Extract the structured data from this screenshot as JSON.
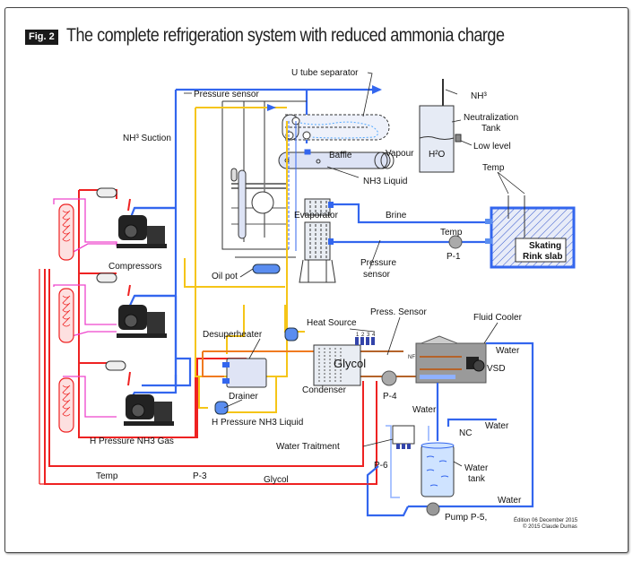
{
  "figure": {
    "badge": "Fig. 2",
    "title": "The complete refrigeration system with reduced ammonia charge"
  },
  "labels": {
    "u_tube_separator": "U tube separator",
    "pressure_sensor_top": "Pressure sensor",
    "nh3_vent": "NH³",
    "neutralization_tank_1": "Neutralization",
    "neutralization_tank_2": "Tank",
    "low_level": "Low level",
    "h2o": "H²O",
    "nh3_suction": "NH³ Suction",
    "baffle": "Baffle",
    "vapour": "Vapour",
    "nh3_liquid": "NH3 Liquid",
    "temp_rink": "Temp",
    "evaporator": "Evaporator",
    "brine": "Brine",
    "temp_p1": "Temp",
    "skating_rink_1": "Skating",
    "skating_rink_2": "Rink slab",
    "p1": "P-1",
    "compressors": "Compressors",
    "oil_pot": "Oil pot",
    "pressure_sensor_evap_1": "Pressure",
    "pressure_sensor_evap_2": "sensor",
    "press_sensor": "Press. Sensor",
    "heat_source": "Heat Source",
    "heat_source_nums": [
      "1",
      "2",
      "3",
      "4"
    ],
    "fluid_cooler": "Fluid Cooler",
    "desuperheater": "Desuperheater",
    "glycol_condenser": "Glycol",
    "water_fc": "Water",
    "nf": "NF",
    "vsd": "VSD",
    "condenser": "Condenser",
    "p4": "P-4",
    "drainer": "Drainer",
    "h_pressure_liquid": "H Pressure NH3 Liquid",
    "water_down": "Water",
    "water_nc": "Water",
    "nc": "NC",
    "h_pressure_gas": "H Pressure NH3 Gas",
    "water_traitment": "Water Traitment",
    "water_tank_1": "Water",
    "water_tank_2": "tank",
    "p6": "P-6",
    "temp_bottom": "Temp",
    "p3": "P-3",
    "glycol_bottom": "Glycol",
    "water_bottom": "Water",
    "pump_p5": "Pump P-5,",
    "edition": "Édition 06 December 2015",
    "copyright": "© 2015 Claude Dumas"
  },
  "colors": {
    "nh3_suction": "#3366ee",
    "hp_gas": "#ee2222",
    "oil_line": "#ee44cc",
    "hp_liquid": "#f5c518",
    "glycol_hot": "#f07a20",
    "glycol_brown": "#b5632a",
    "water": "#3366ee",
    "arrow": "#22bbbb"
  }
}
